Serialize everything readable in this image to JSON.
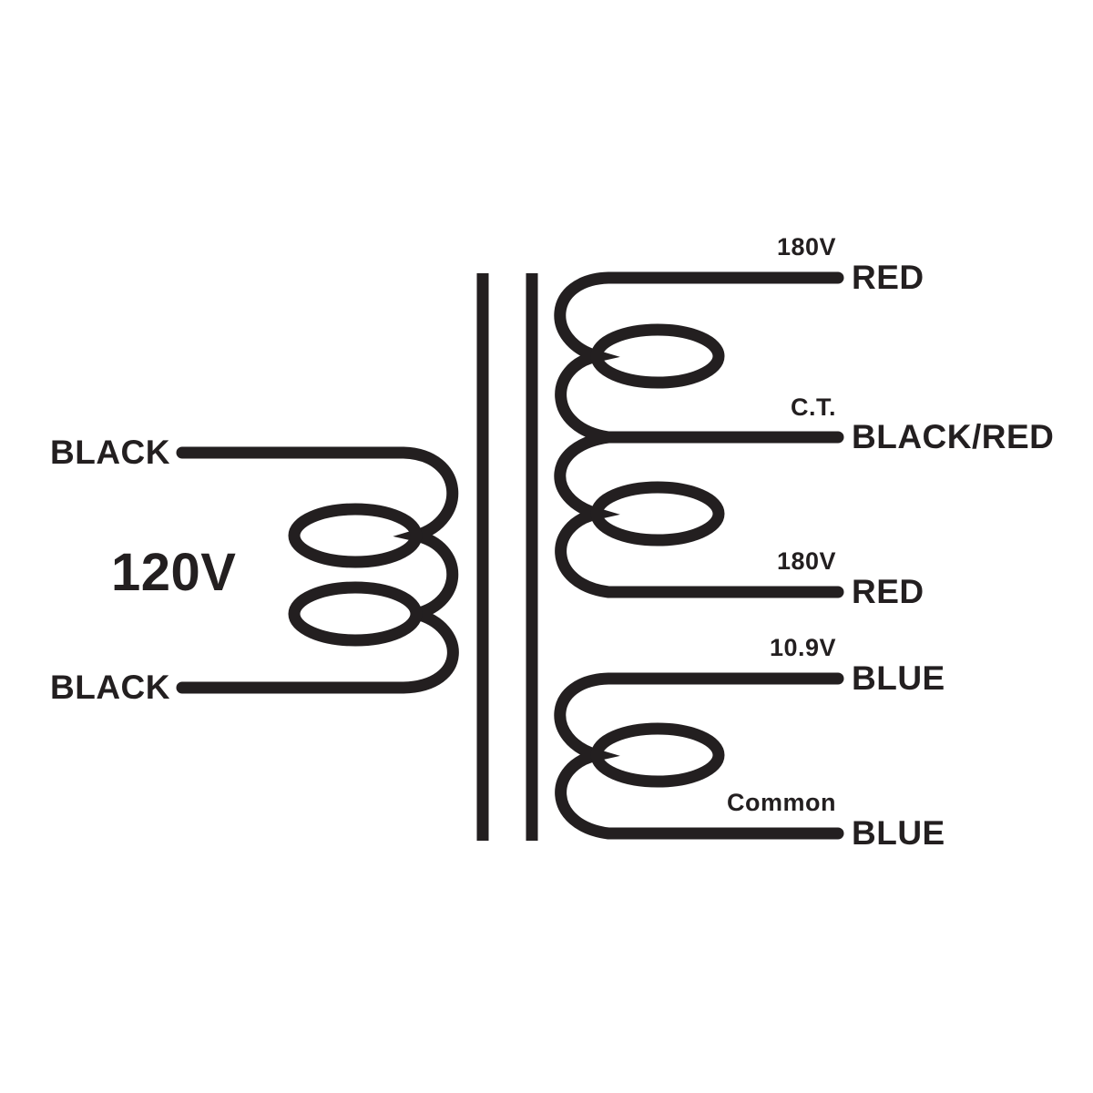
{
  "colors": {
    "line": "#231f20",
    "background": "#ffffff"
  },
  "transformer": {
    "primary": {
      "top_lead": "BLACK",
      "voltage": "120V",
      "bottom_lead": "BLACK"
    },
    "secondary_high_voltage": {
      "top_tap_voltage": "180V",
      "top_lead": "RED",
      "center_tap_label": "C.T.",
      "center_tap_lead": "BLACK/RED",
      "bottom_tap_voltage": "180V",
      "bottom_lead": "RED"
    },
    "secondary_low_voltage": {
      "tap_voltage": "10.9V",
      "top_lead": "BLUE",
      "common_label": "Common",
      "bottom_lead": "BLUE"
    }
  }
}
